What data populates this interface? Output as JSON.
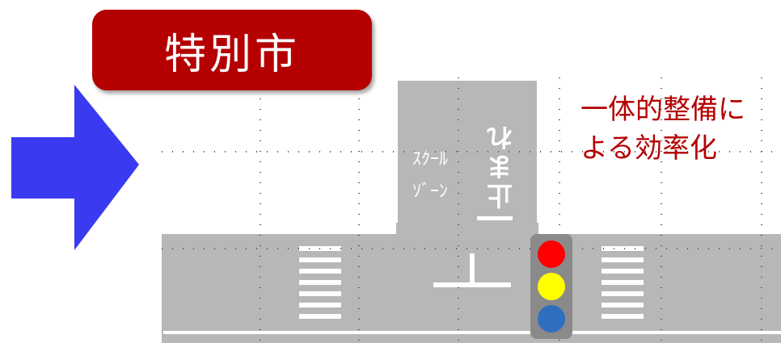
{
  "title": "特別市",
  "caption": {
    "line1": "一体的整備に",
    "line2": "よる効率化"
  },
  "road": {
    "school_zone_line1": "ｽｸｰﾙ",
    "school_zone_line2": "ｿﾞｰﾝ",
    "stop_mark": "止まれ"
  },
  "colors": {
    "badge": "#b40000",
    "caption_text": "#b40000",
    "arrow": "#3a3af0",
    "road": "#b7b7b7",
    "lamp_red": "#ff0000",
    "lamp_yellow": "#ffff00",
    "lamp_blue": "#2e6fc0"
  },
  "icons": {
    "arrow": "right-arrow-icon",
    "traffic_light": "traffic-light-icon"
  }
}
